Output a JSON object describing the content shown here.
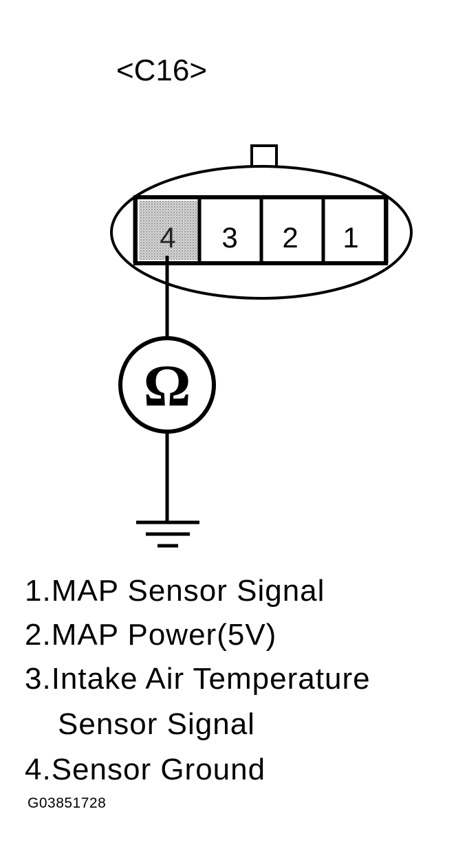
{
  "connector": {
    "id_label": "<C16>",
    "pins": [
      {
        "number": "4",
        "highlighted": true
      },
      {
        "number": "3",
        "highlighted": false
      },
      {
        "number": "2",
        "highlighted": false
      },
      {
        "number": "1",
        "highlighted": false
      }
    ]
  },
  "meter": {
    "symbol": "Ω",
    "icon": "ohmmeter-icon"
  },
  "ground": {
    "icon": "ground-icon"
  },
  "legend": [
    "1.MAP Sensor Signal",
    "2.MAP Power(5V)",
    "3.Intake Air Temperature",
    "Sensor Signal",
    "4.Sensor Ground"
  ],
  "figure_id": "G03851728",
  "colors": {
    "line": "#000000",
    "background": "#ffffff",
    "highlight": "#cccccc"
  }
}
